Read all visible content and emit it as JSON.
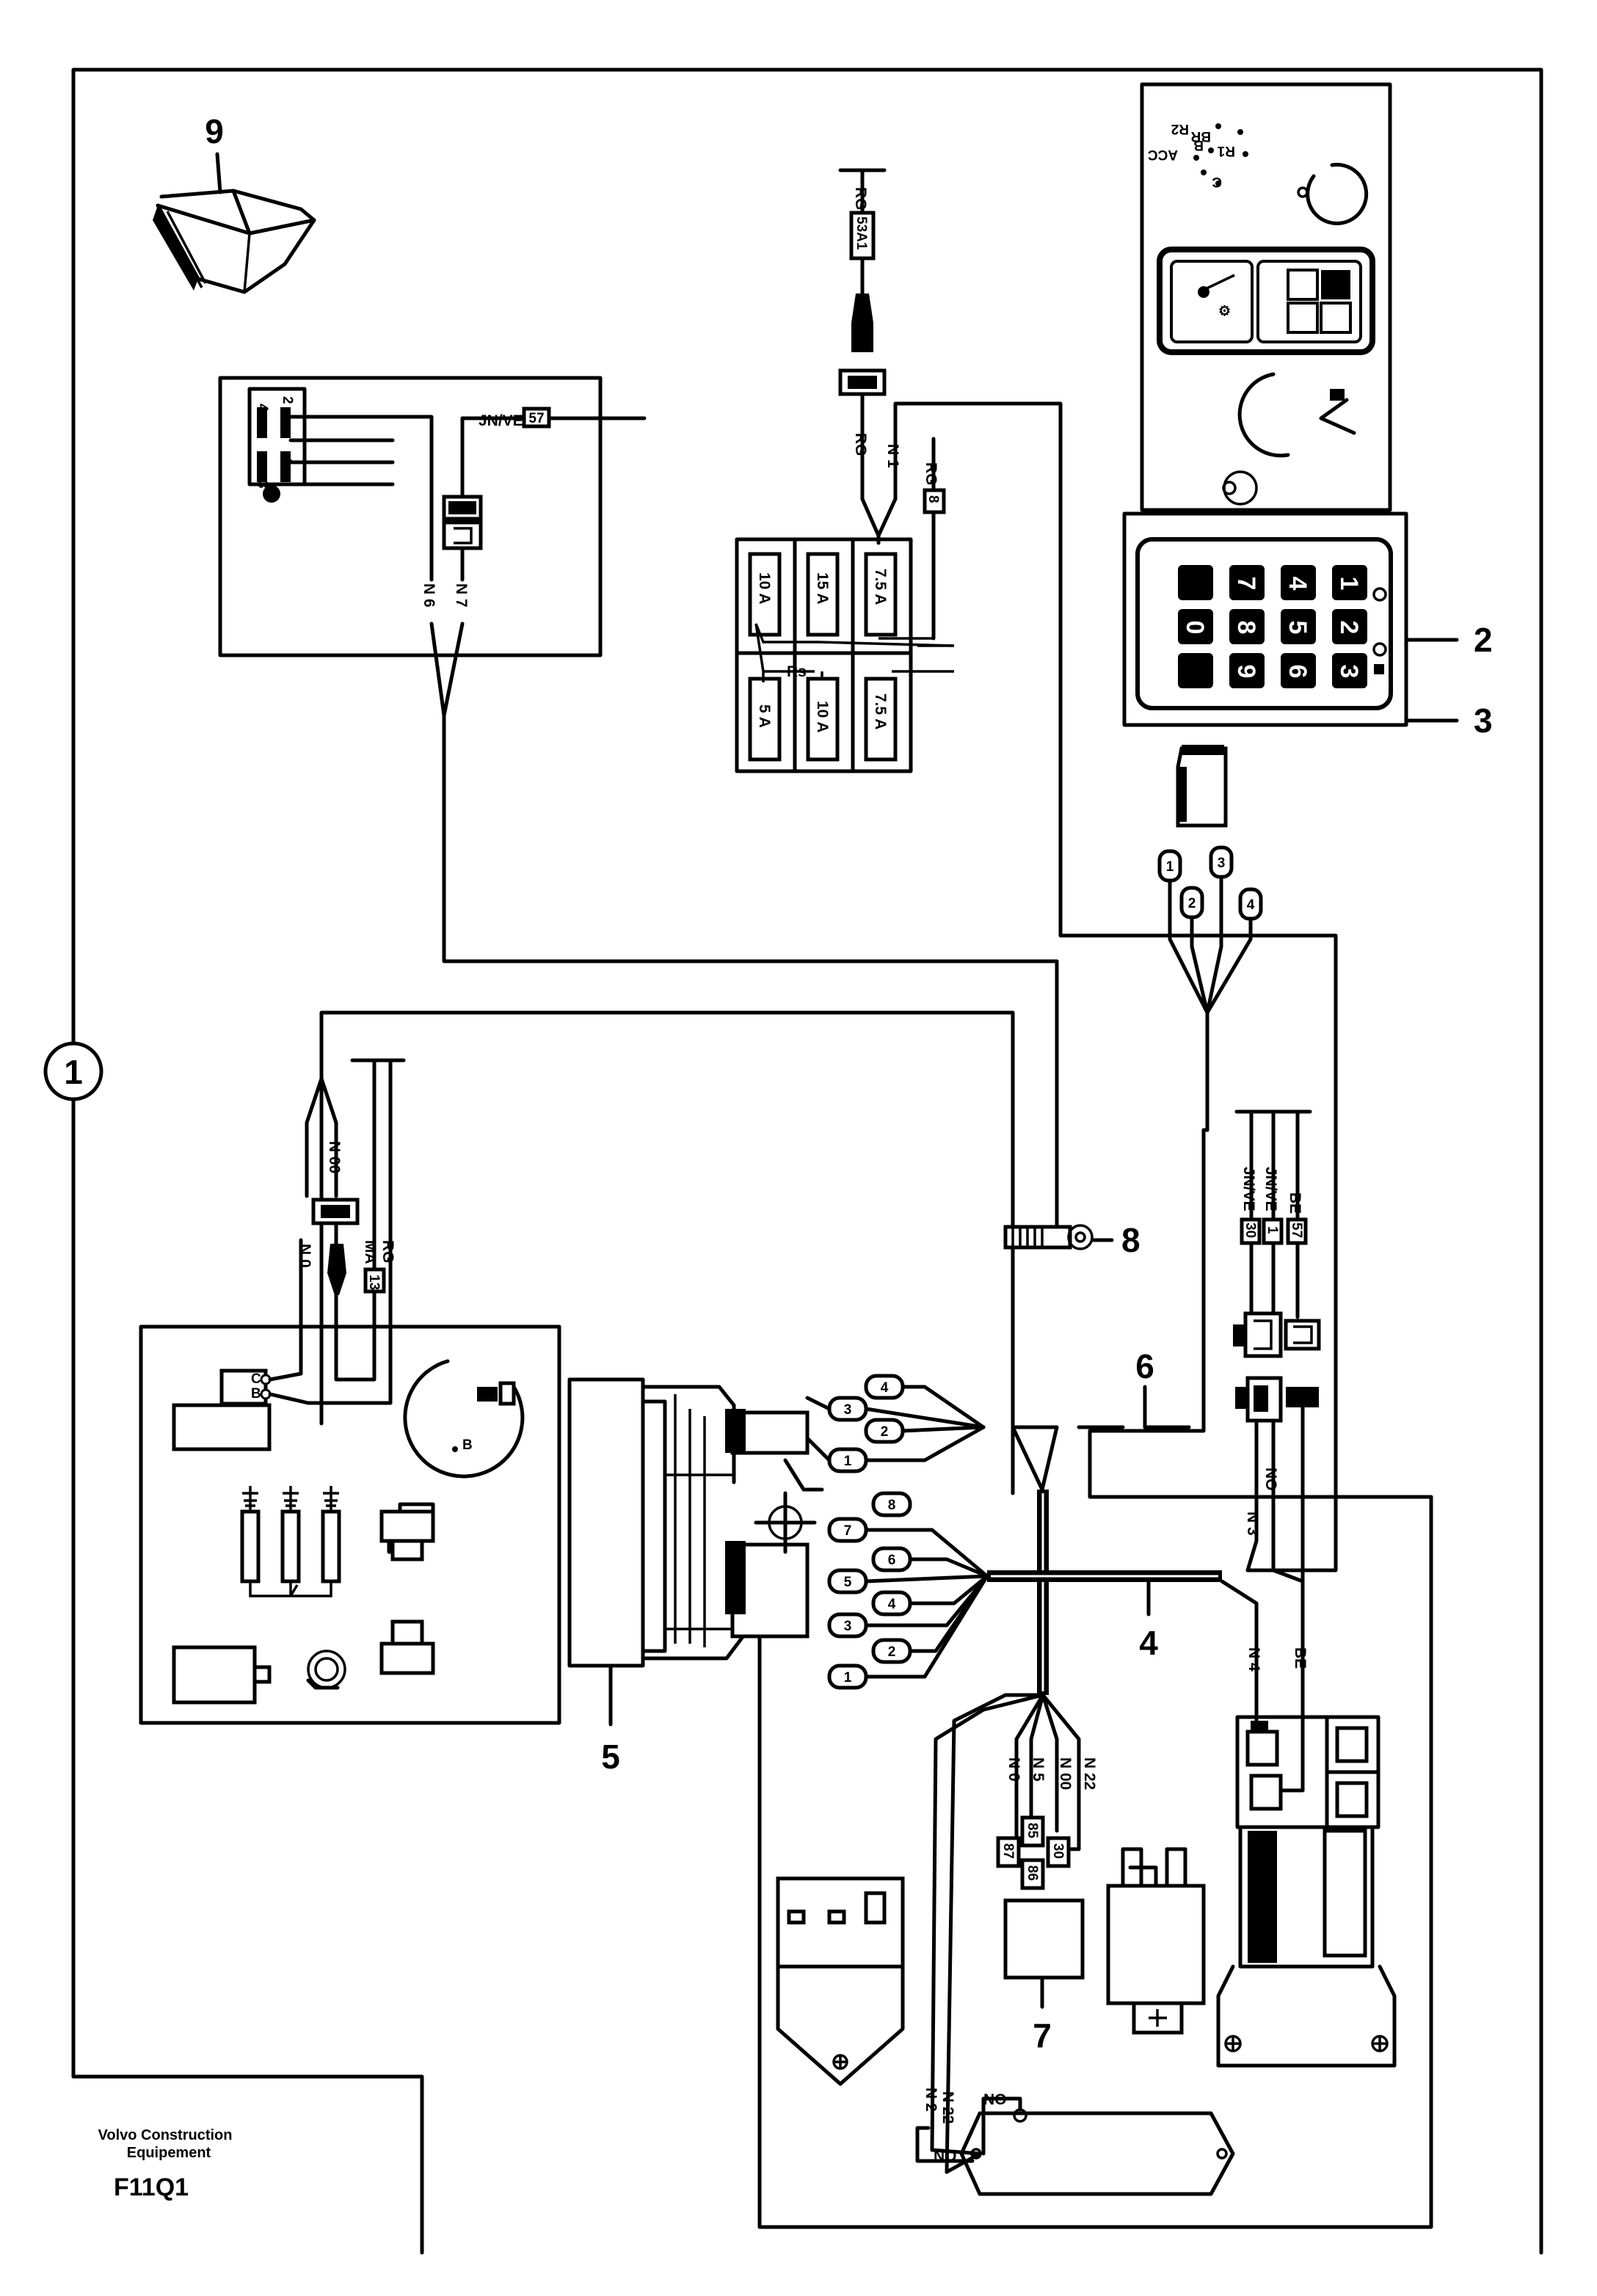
{
  "callouts": {
    "c1": "1",
    "c2": "2",
    "c3": "3",
    "c4": "4",
    "c5": "5",
    "c6": "6",
    "c7": "7",
    "c8": "8",
    "c9": "9"
  },
  "wires": {
    "jnve_57": "JN/VE",
    "n6": "N 6",
    "n7": "N 7",
    "rg_top": "RG",
    "rg_mid": "RG",
    "n1": "N 1",
    "rg_8": "RG",
    "n00_left": "N 00",
    "n0_left": "N 0",
    "rg_left": "RG",
    "ma_left": "MA",
    "jnve_30": "JN/VE",
    "jnve_1": "JN/VE",
    "be_57": "BE",
    "n3": "N 3",
    "no_mid": "NO",
    "n4": "N 4",
    "be_low": "BE",
    "n0_low": "N 0",
    "n5_low": "N 5",
    "n00_low": "N 00",
    "n22_low": "N 22",
    "n2": "N 2",
    "n22_b": "N 22",
    "no_b1": "NO",
    "no_b2": "NO",
    "rs": "Rs"
  },
  "tags": {
    "t53a1": "53A1",
    "t57": "57",
    "t8": "8",
    "t13": "13",
    "t30": "30",
    "t1": "1",
    "t57b": "57"
  },
  "fuses": [
    "10 A",
    "15 A",
    "7.5 A",
    "5 A",
    "10 A",
    "7.5 A"
  ],
  "relay_pins": {
    "p87": "87",
    "p85": "85",
    "p86": "86",
    "p30": "30"
  },
  "keypad_keys": [
    "7",
    "4",
    "1",
    "0",
    "8",
    "5",
    "2",
    "9",
    "6",
    "3"
  ],
  "ignition_positions": {
    "br": "BR",
    "r1": "R1",
    "r2": "R2",
    "b": "B",
    "c": "C",
    "acc": "ACC"
  },
  "connector_pins": {
    "p1": "1",
    "p2": "2",
    "p3": "3",
    "p4": "4",
    "p5": "5",
    "p6": "6",
    "p7": "7",
    "p8": "8"
  },
  "relay_left": {
    "c": "C",
    "b": "B"
  },
  "sensor_b": "B",
  "connector_nums": {
    "n1": "1",
    "n2": "2",
    "n3": "3",
    "n4": "4"
  },
  "footer": {
    "line1": "Volvo Construction",
    "line2": "Equipement",
    "code": "F11Q1"
  }
}
